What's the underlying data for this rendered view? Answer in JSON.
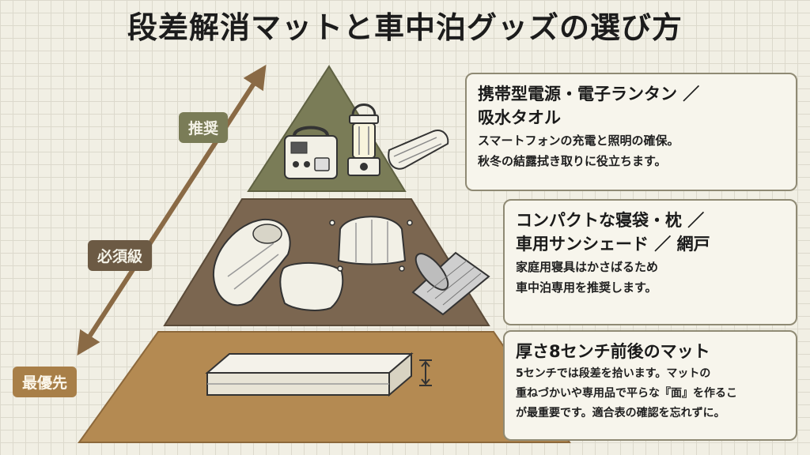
{
  "title": "段差解消マットと車中泊グッズの選び方",
  "badges": {
    "top": "推奨",
    "middle": "必須級",
    "bottom": "最優先"
  },
  "tiers": [
    {
      "title_line1": "携帯型電源・電子ランタン ／",
      "title_line2": "吸水タオル",
      "desc_line1": "スマートフォンの充電と照明の確保。",
      "desc_line2": "秋冬の結露拭き取りに役立ちます。",
      "color": "#7a7c57",
      "icons": [
        "portable-power-station-icon",
        "lantern-icon",
        "towel-icon"
      ]
    },
    {
      "title_line1": "コンパクトな寝袋・枕 ／",
      "title_line2": "車用サンシェード ／ 網戸",
      "desc_line1": "家庭用寝具はかさばるため",
      "desc_line2": "車中泊専用を推奨します。",
      "color": "#7b6650",
      "icons": [
        "sleeping-bag-icon",
        "pillow-icon",
        "sunshade-icon",
        "window-net-icon"
      ]
    },
    {
      "title_line1": "厚さ8センチ前後のマット",
      "desc_line1": "5センチでは段差を拾います。マットの",
      "desc_line2": "重ねづかいや専用品で平らな『面』を作るこ",
      "desc_line3": "が最重要です。適合表の確認を忘れずに。",
      "color": "#b48a52",
      "icons": [
        "mattress-icon",
        "thickness-arrow-icon"
      ]
    }
  ],
  "colors": {
    "background": "#f1efe4",
    "arrow": "#8a6a45",
    "card_border": "#8f8a74"
  }
}
